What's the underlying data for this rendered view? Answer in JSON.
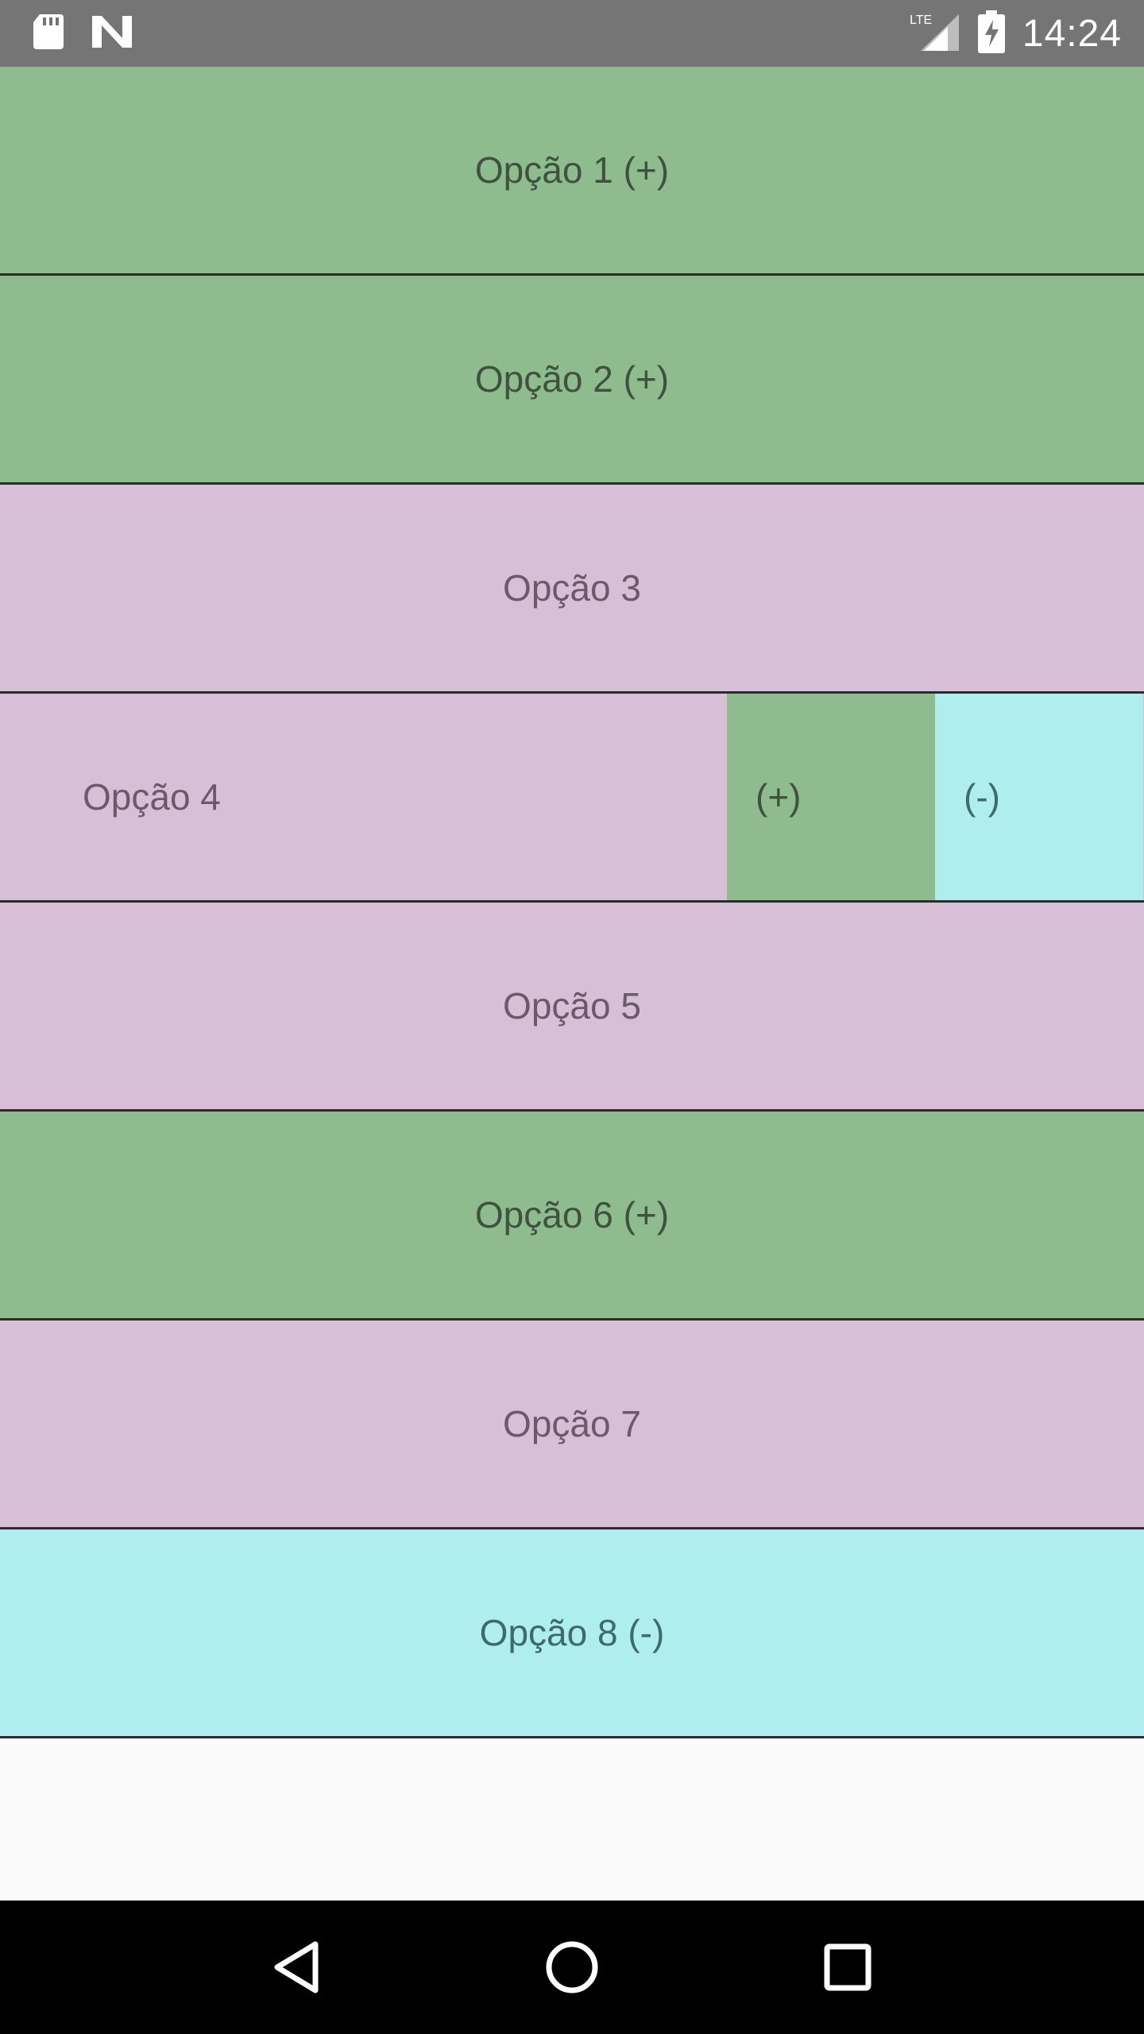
{
  "status_bar": {
    "time": "14:24",
    "network_label": "LTE",
    "icons": [
      "sd-card-icon",
      "n-logo-icon",
      "lte-signal-icon",
      "battery-charging-icon"
    ]
  },
  "options": [
    {
      "label": "Opção 1 (+)",
      "color": "#8fbc8f"
    },
    {
      "label": "Opção 2 (+)",
      "color": "#8fbc8f"
    },
    {
      "label": "Opção 3",
      "color": "#d8bfd8"
    },
    {
      "label": "Opção 4",
      "color": "#d8bfd8",
      "actions": [
        {
          "label": "(+)",
          "color": "#8fbc8f"
        },
        {
          "label": "(-)",
          "color": "#afeeee"
        }
      ]
    },
    {
      "label": "Opção 5",
      "color": "#d8bfd8"
    },
    {
      "label": "Opção 6 (+)",
      "color": "#8fbc8f"
    },
    {
      "label": "Opção 7",
      "color": "#d8bfd8"
    },
    {
      "label": "Opção 8 (-)",
      "color": "#afeeee"
    }
  ],
  "nav_bar": {
    "icons": [
      "back-icon",
      "home-icon",
      "recents-icon"
    ]
  },
  "colors": {
    "status_bar": "#757575",
    "nav_bar": "#000000",
    "background": "#fafafa",
    "divider": "#2b2b2b"
  }
}
